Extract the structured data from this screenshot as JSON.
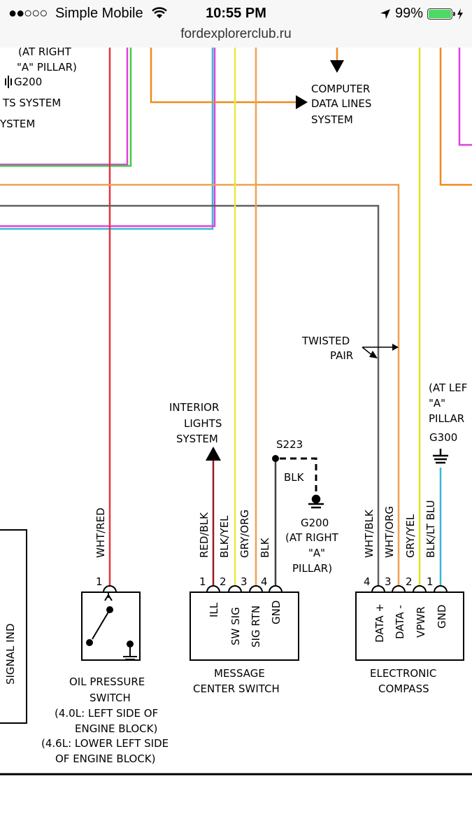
{
  "status_bar": {
    "signal_dots": "●●○○○",
    "carrier": "Simple Mobile",
    "time": "10:55 PM",
    "battery_percent": "99%"
  },
  "browser": {
    "url": "fordexplorerclub.ru"
  },
  "diagram": {
    "top_left": {
      "pillar_line1": "(AT RIGHT",
      "pillar_line2": "\"A\" PILLAR)",
      "ground": "G200",
      "system1": "TS SYSTEM",
      "system2": "YSTEM"
    },
    "computer": {
      "line1": "COMPUTER",
      "line2": "DATA LINES",
      "line3": "SYSTEM"
    },
    "twisted_pair": {
      "line1": "TWISTED",
      "line2": "PAIR"
    },
    "interior": {
      "line1": "INTERIOR",
      "line2": "LIGHTS",
      "line3": "SYSTEM"
    },
    "splice": {
      "label": "S223",
      "wire": "BLK",
      "ground": "G200",
      "loc1": "(AT RIGHT",
      "loc2": "\"A\"",
      "loc3": "PILLAR)"
    },
    "left_ground": {
      "loc1": "(AT LEF",
      "loc2": "\"A\"",
      "loc3": "PILLAR",
      "ground": "G300"
    },
    "wire_labels": {
      "oil": "WHT/RED",
      "msg1": "RED/BLK",
      "msg2": "BLK/YEL",
      "msg3": "GRY/ORG",
      "msg4": "BLK",
      "cmp4": "WHT/BLK",
      "cmp3": "WHT/ORG",
      "cmp2": "GRY/YEL",
      "cmp1": "BLK/LT BLU"
    },
    "pins": {
      "p1": "1",
      "p2": "2",
      "p3": "3",
      "p4": "4"
    },
    "message_pins": {
      "ill": "ILL",
      "sw_sig": "SW SIG",
      "sig_rtn": "SIG RTN",
      "gnd": "GND"
    },
    "compass_pins": {
      "data_plus": "DATA +",
      "data_minus": "DATA -",
      "vpwr": "VPWR",
      "gnd": "GND"
    },
    "signal_ind": "SIGNAL IND",
    "oil_switch": {
      "line1": "OIL PRESSURE",
      "line2": "SWITCH",
      "line3": "(4.0L: LEFT SIDE OF",
      "line4": "ENGINE BLOCK)",
      "line5": "(4.6L: LOWER LEFT SIDE",
      "line6": "OF ENGINE BLOCK)"
    },
    "message_center": {
      "line1": "MESSAGE",
      "line2": "CENTER SWITCH"
    },
    "compass": {
      "line1": "ELECTRONIC",
      "line2": "COMPASS"
    }
  },
  "colors": {
    "orange": "#f08a1c",
    "red": "#e8323c",
    "green": "#3ccf3c",
    "magenta": "#e040e0",
    "cyan": "#3ab8d8",
    "yellow": "#e6e020",
    "tan": "#f0a050",
    "gray": "#606060",
    "darkred": "#9a1a20",
    "lightyellow": "#e8e840"
  }
}
